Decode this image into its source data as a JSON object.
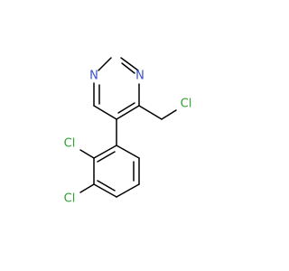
{
  "molecule": {
    "colors": {
      "bond": "#000000",
      "nitrogen": "#3a50c9",
      "chlorine": "#2ea52e"
    },
    "labels": {
      "n1": "N",
      "n3": "N",
      "cl_methyl": "Cl",
      "cl_2": "Cl",
      "cl_3": "Cl"
    }
  }
}
